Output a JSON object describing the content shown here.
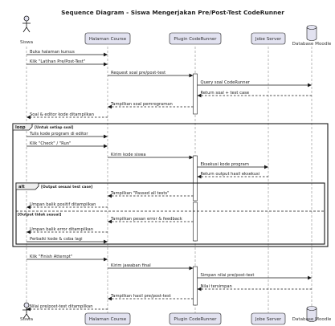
{
  "title": "Sequence Diagram - Siswa Mengerjakan Pre/Post-Test CodeRunner",
  "participants": [
    {
      "id": "siswa",
      "label": "Siswa",
      "kind": "actor"
    },
    {
      "id": "course",
      "label": "Halaman Course",
      "kind": "box"
    },
    {
      "id": "plugin",
      "label": "Plugin CodeRunner",
      "kind": "box"
    },
    {
      "id": "jobe",
      "label": "Jobe Server",
      "kind": "box"
    },
    {
      "id": "db",
      "label": "Database Moodle",
      "kind": "database"
    }
  ],
  "messages": [
    {
      "from": "siswa",
      "to": "course",
      "text": "Buka halaman kursus",
      "dashed": false
    },
    {
      "from": "siswa",
      "to": "course",
      "text": "Klik \"Latihan Pre/Post-Test\"",
      "dashed": false
    },
    {
      "from": "course",
      "to": "plugin",
      "text": "Request soal pre/post-test",
      "dashed": false
    },
    {
      "from": "plugin",
      "to": "db",
      "text": "Query soal CodeRunner",
      "dashed": false
    },
    {
      "from": "db",
      "to": "plugin",
      "text": "Return soal + test case",
      "dashed": true
    },
    {
      "from": "plugin",
      "to": "course",
      "text": "Tampilkan soal pemrograman",
      "dashed": true
    },
    {
      "from": "course",
      "to": "siswa",
      "text": "Soal & editor kode ditampilkan",
      "dashed": true
    },
    {
      "from": "siswa",
      "to": "course",
      "text": "Tulis kode program di editor",
      "dashed": false
    },
    {
      "from": "siswa",
      "to": "course",
      "text": "Klik \"Check\" / \"Run\"",
      "dashed": false
    },
    {
      "from": "course",
      "to": "plugin",
      "text": "Kirim kode siswa",
      "dashed": false
    },
    {
      "from": "plugin",
      "to": "jobe",
      "text": "Eksekusi kode program",
      "dashed": false
    },
    {
      "from": "jobe",
      "to": "plugin",
      "text": "Return output hasil eksekusi",
      "dashed": true
    },
    {
      "from": "plugin",
      "to": "course",
      "text": "Tampilkan \"Passed all tests\"",
      "dashed": true
    },
    {
      "from": "course",
      "to": "siswa",
      "text": "Umpan balik positif ditampilkan",
      "dashed": true
    },
    {
      "from": "plugin",
      "to": "course",
      "text": "Tampilkan pesan error & feedback",
      "dashed": true
    },
    {
      "from": "course",
      "to": "siswa",
      "text": "Umpan balik error ditampilkan",
      "dashed": true
    },
    {
      "from": "siswa",
      "to": "course",
      "text": "Perbaiki kode & coba lagi",
      "dashed": false
    },
    {
      "from": "siswa",
      "to": "course",
      "text": "Klik \"Finish Attempt\"",
      "dashed": false
    },
    {
      "from": "course",
      "to": "plugin",
      "text": "Kirim jawaban final",
      "dashed": false
    },
    {
      "from": "plugin",
      "to": "db",
      "text": "Simpan nilai pre/post-test",
      "dashed": false
    },
    {
      "from": "db",
      "to": "plugin",
      "text": "Nilai tersimpan",
      "dashed": true
    },
    {
      "from": "plugin",
      "to": "course",
      "text": "Tampilkan hasil pre/post-test",
      "dashed": true
    },
    {
      "from": "course",
      "to": "siswa",
      "text": "Nilai pre/post-test ditampilkan",
      "dashed": true
    }
  ],
  "fragments": {
    "loop": {
      "keyword": "loop",
      "condition": "[Untuk setiap soal]"
    },
    "alt": {
      "keyword": "alt",
      "condition": "[Output sesuai test case]",
      "else_condition": "[Output tidak sesuai]"
    }
  },
  "colors": {
    "participant_fill": "#e2e2f0",
    "participant_stroke": "#181818",
    "lifeline": "#9a9a9a",
    "arrow": "#181818",
    "fragment_tab": "#eeeeee"
  }
}
